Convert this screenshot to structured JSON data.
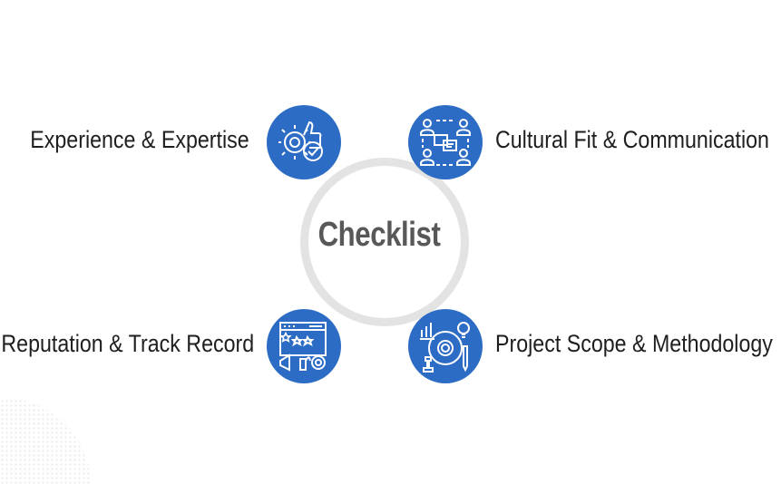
{
  "center_label": "Checklist",
  "colors": {
    "badge": "#2c6cc4",
    "ring": "#e3e3e3",
    "center_text": "#585858"
  },
  "items": [
    {
      "label": "Experience & Expertise",
      "icon": "gear-thumbs-up-check-icon"
    },
    {
      "label": "Cultural Fit & Communication",
      "icon": "team-chat-icon"
    },
    {
      "label": "Reputation & Track Record",
      "icon": "review-stars-megaphone-icon"
    },
    {
      "label": "Project Scope & Methodology",
      "icon": "chart-gear-lightbulb-icon"
    }
  ]
}
